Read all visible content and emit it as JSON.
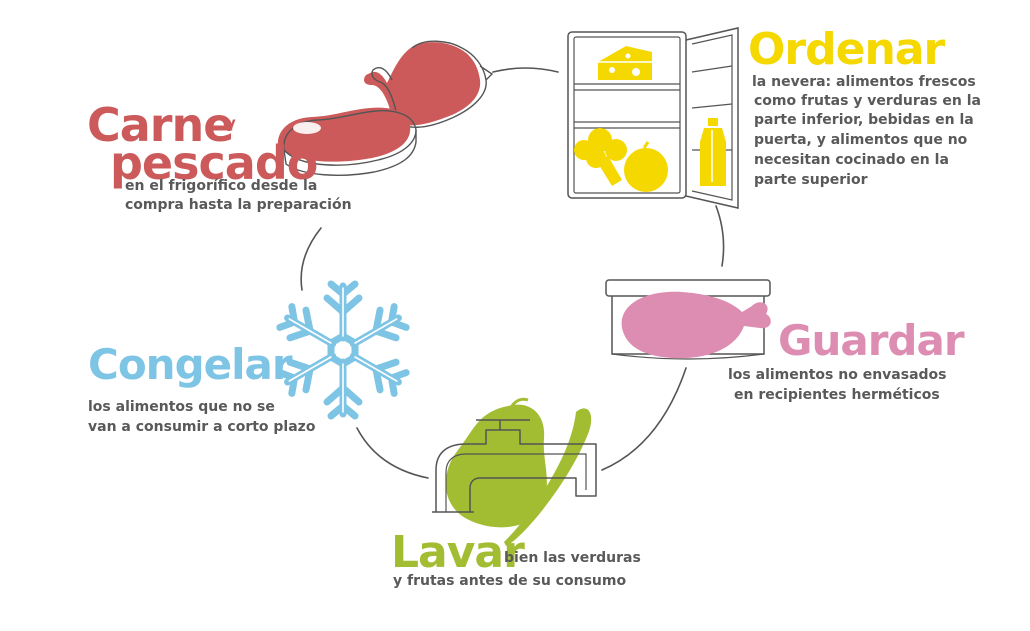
{
  "colors": {
    "carne": "#cc5a5a",
    "ordenar": "#f5d800",
    "guardar": "#dd8db1",
    "lavar": "#a3bd33",
    "congelar": "#7ec4e4",
    "text": "#595959",
    "line": "#555555"
  },
  "icons": {
    "carne": "meat-and-fish-icon",
    "ordenar": "open-fridge-icon",
    "guardar": "food-container-icon",
    "lavar": "faucet-with-vegetables-icon",
    "congelar": "snowflake-icon"
  },
  "carne": {
    "title1": "Carne",
    "title_y": "y",
    "title2": "pescado",
    "line1": "en el frigorífico desde la",
    "line2": "compra hasta la preparación"
  },
  "ordenar": {
    "title": "Ordenar",
    "line1": " la nevera: alimentos frescos",
    "line2": "como frutas y verduras en la",
    "line3": "parte inferior, bebidas en la",
    "line4": "puerta, y alimentos que no",
    "line5": "necesitan cocinado en la",
    "line6": "parte superior"
  },
  "guardar": {
    "title": "Guardar",
    "line1": "los alimentos no envasados",
    "line2": "en recipientes herméticos"
  },
  "lavar": {
    "title": "Lavar",
    "line1": "bien las verduras",
    "line2": "y frutas antes de su consumo"
  },
  "congelar": {
    "title": "Congelar",
    "line1": "los alimentos que no se",
    "line2": "van a consumir a corto plazo"
  }
}
